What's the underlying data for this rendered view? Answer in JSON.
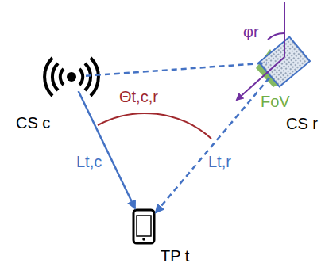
{
  "diagram": {
    "nodes": [
      {
        "text": [
          "CS c"
        ]
      },
      {
        "text": [
          "CS r"
        ]
      },
      {
        "text": [
          "TP t"
        ]
      }
    ],
    "edges": [
      {
        "from": 0,
        "to": 2,
        "arrow": "to",
        "label": "Lt,c"
      },
      {
        "from": 1,
        "to": 2,
        "arrow": "to",
        "label": "Lt,r"
      },
      {
        "from": 0,
        "to": 1,
        "arrow": "none"
      }
    ],
    "labels": [
      "Θt,c,r",
      "φr",
      "FoV"
    ]
  }
}
